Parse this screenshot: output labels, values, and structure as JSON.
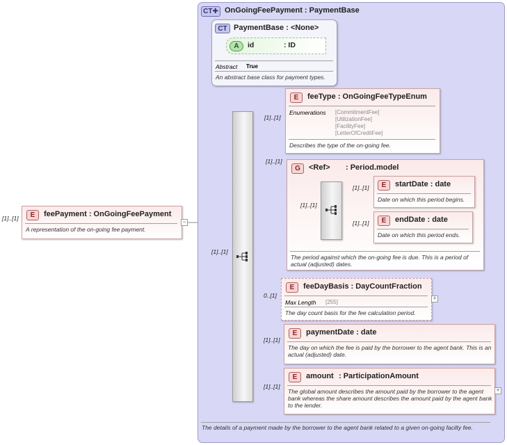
{
  "root_element": {
    "tag": "E",
    "name": "feePayment",
    "type": ": OnGoingFeePayment",
    "cardinality": "[1]..[1]",
    "description": "A representation of the on-going fee payment."
  },
  "complex_type": {
    "tag": "CT",
    "name": "OnGoingFeePayment",
    "base": ": PaymentBase",
    "description": "The details of a payment made by the borrower to the agent bank related to a given on-going facilty fee."
  },
  "base_type": {
    "tag": "CT",
    "name": "PaymentBase",
    "base": ": <None>",
    "attribute": {
      "tag": "A",
      "name": "id",
      "type": ": ID"
    },
    "abstract_label": "Abstract",
    "abstract_value": "True",
    "description": "An abstract base class for payment types."
  },
  "sequence_cardinality": "[1]..[1]",
  "fee_type": {
    "tag": "E",
    "name": "feeType",
    "type": ": OnGoingFeeTypeEnum",
    "cardinality": "[1]..[1]",
    "enum_label": "Enumerations",
    "enums": [
      "[CommitmentFee]",
      "[UtilizationFee]",
      "[FacilityFee]",
      "[LetterOfCreditFee]"
    ],
    "description": "Describes the type of the on-going fee."
  },
  "period_group": {
    "tag": "G",
    "name": "<Ref>",
    "type": ": Period.model",
    "cardinality": "[1]..[1]",
    "inner_cardinality": "[1]..[1]",
    "description": "The period against which the on-going fee is due. This is a period of actual (adjusted) dates."
  },
  "start_date": {
    "tag": "E",
    "name": "startDate",
    "type": ": date",
    "cardinality": "[1]..[1]",
    "description": "Date on which this period begins."
  },
  "end_date": {
    "tag": "E",
    "name": "endDate",
    "type": ": date",
    "cardinality": "[1]..[1]",
    "description": "Date on which this period ends."
  },
  "fee_day_basis": {
    "tag": "E",
    "name": "feeDayBasis",
    "type": ": DayCountFraction",
    "cardinality": "0..[1]",
    "max_label": "Max Length",
    "max_value": "[255]",
    "description": "The day count basis for the fee calculation period."
  },
  "payment_date": {
    "tag": "E",
    "name": "paymentDate",
    "type": ": date",
    "cardinality": "[1]..[1]",
    "description": "The day on which the fee is paid by the borrower to the agent bank. This is an actual (adjusted) date."
  },
  "amount": {
    "tag": "E",
    "name": "amount",
    "type": ": ParticipationAmount",
    "cardinality": "[1]..[1]",
    "description": "The global amount describes the amount paid by the borrower to the agent bank whereas the share amount describes the amount paid by the agent bank to the lender."
  },
  "expand_glyph": "+",
  "collapse_glyph": "−",
  "ct_plus_glyph": "✚",
  "colors": {
    "ct_background": "#d8d8f6",
    "element_border": "#c9a2a2",
    "attribute_green": "#b8e0b0"
  }
}
